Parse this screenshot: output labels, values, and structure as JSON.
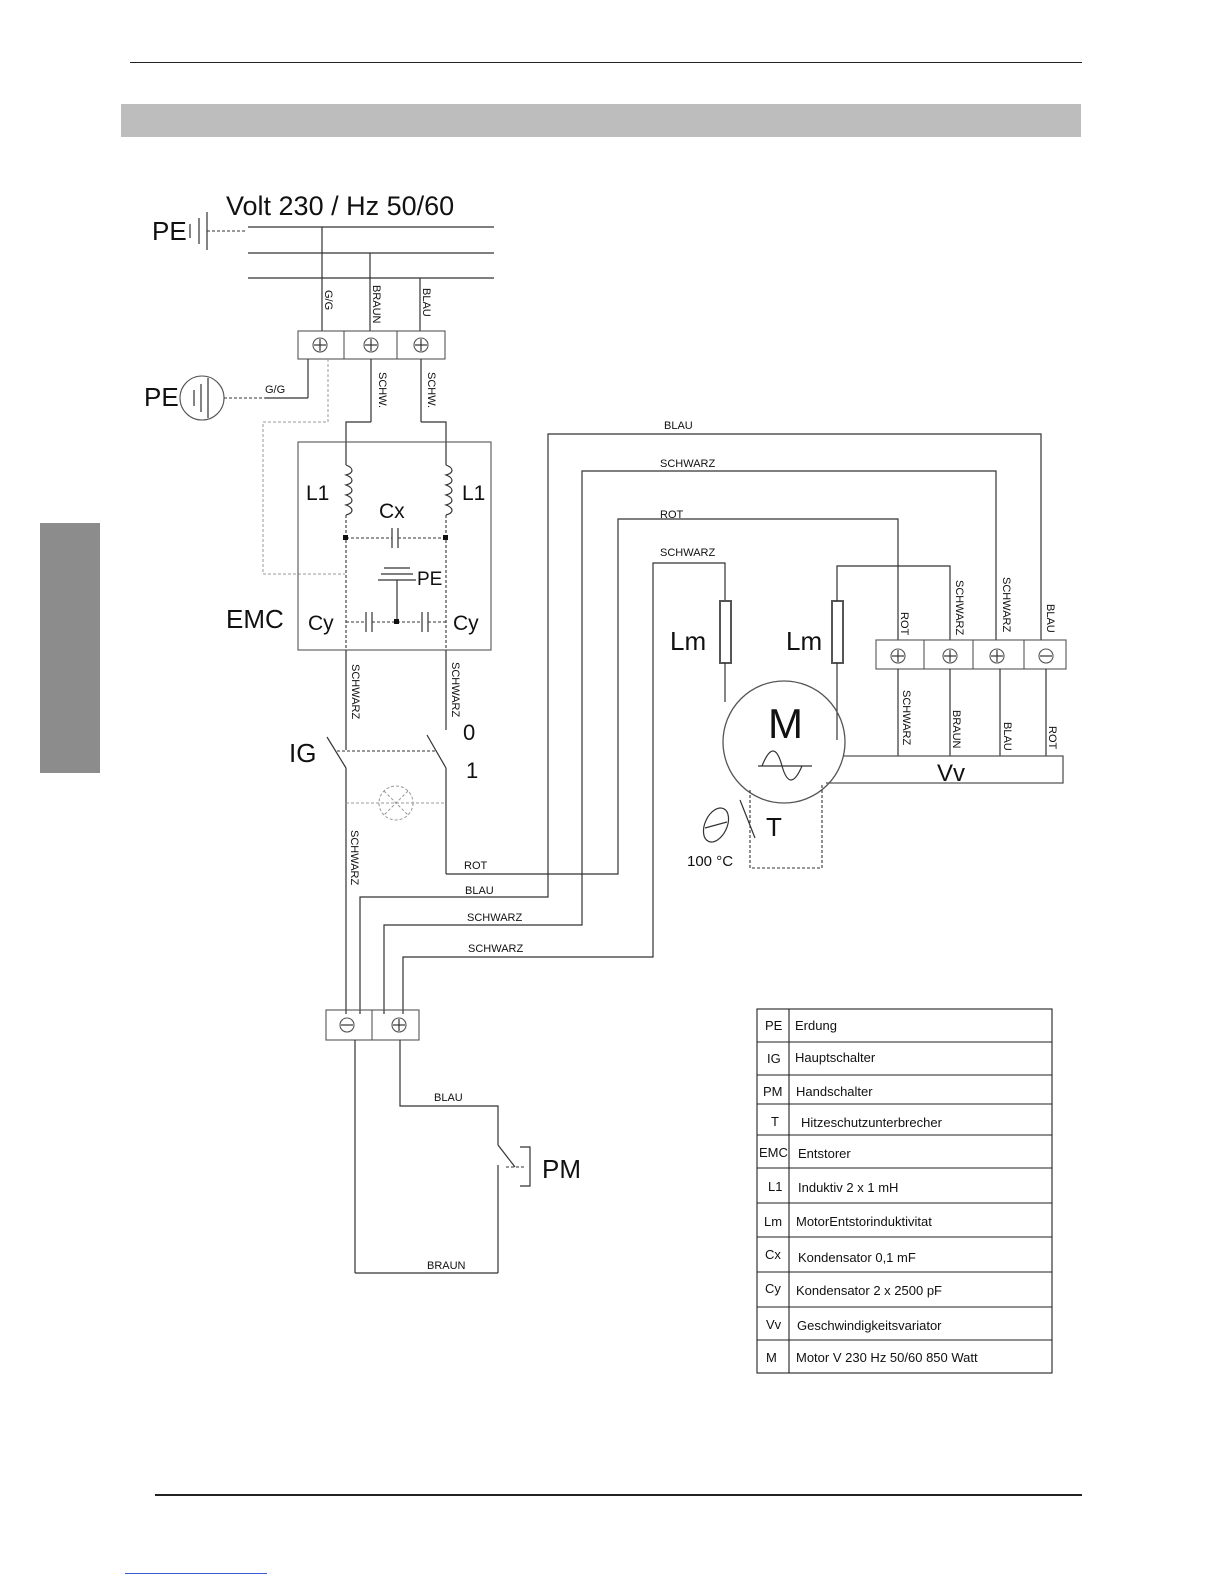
{
  "supply": {
    "title": "Volt 230 / Hz 50/60"
  },
  "labels": {
    "pe": "PE",
    "emc": "EMC",
    "l1": "L1",
    "cx": "Cx",
    "cy": "Cy",
    "lm": "Lm",
    "m": "M",
    "ig": "IG",
    "pm": "PM",
    "t": "T",
    "vv": "Vv",
    "pos0": "0",
    "pos1": "1",
    "temp": "100 °C"
  },
  "wires": {
    "gg": "G/G",
    "braun": "BRAUN",
    "blau": "BLAU",
    "schw": "SCHW.",
    "schwarz": "SCHWARZ",
    "rot": "ROT"
  },
  "legend": [
    {
      "key": "PE",
      "value": "Erdung"
    },
    {
      "key": "IG",
      "value": "Hauptschalter"
    },
    {
      "key": "PM",
      "value": "Handschalter"
    },
    {
      "key": "T",
      "value": "Hitzeschutzunterbrecher"
    },
    {
      "key": "EMC",
      "value": "Entstorer"
    },
    {
      "key": "L1",
      "value": "Induktiv 2 x 1 mH"
    },
    {
      "key": "Lm",
      "value": "MotorEntstorinduktivitat"
    },
    {
      "key": "Cx",
      "value": "Kondensator 0,1 mF"
    },
    {
      "key": "Cy",
      "value": "Kondensator 2 x 2500 pF"
    },
    {
      "key": "Vv",
      "value": "Geschwindigkeitsvariator"
    },
    {
      "key": "M",
      "value": "Motor V 230 Hz 50/60  850 Watt"
    }
  ]
}
